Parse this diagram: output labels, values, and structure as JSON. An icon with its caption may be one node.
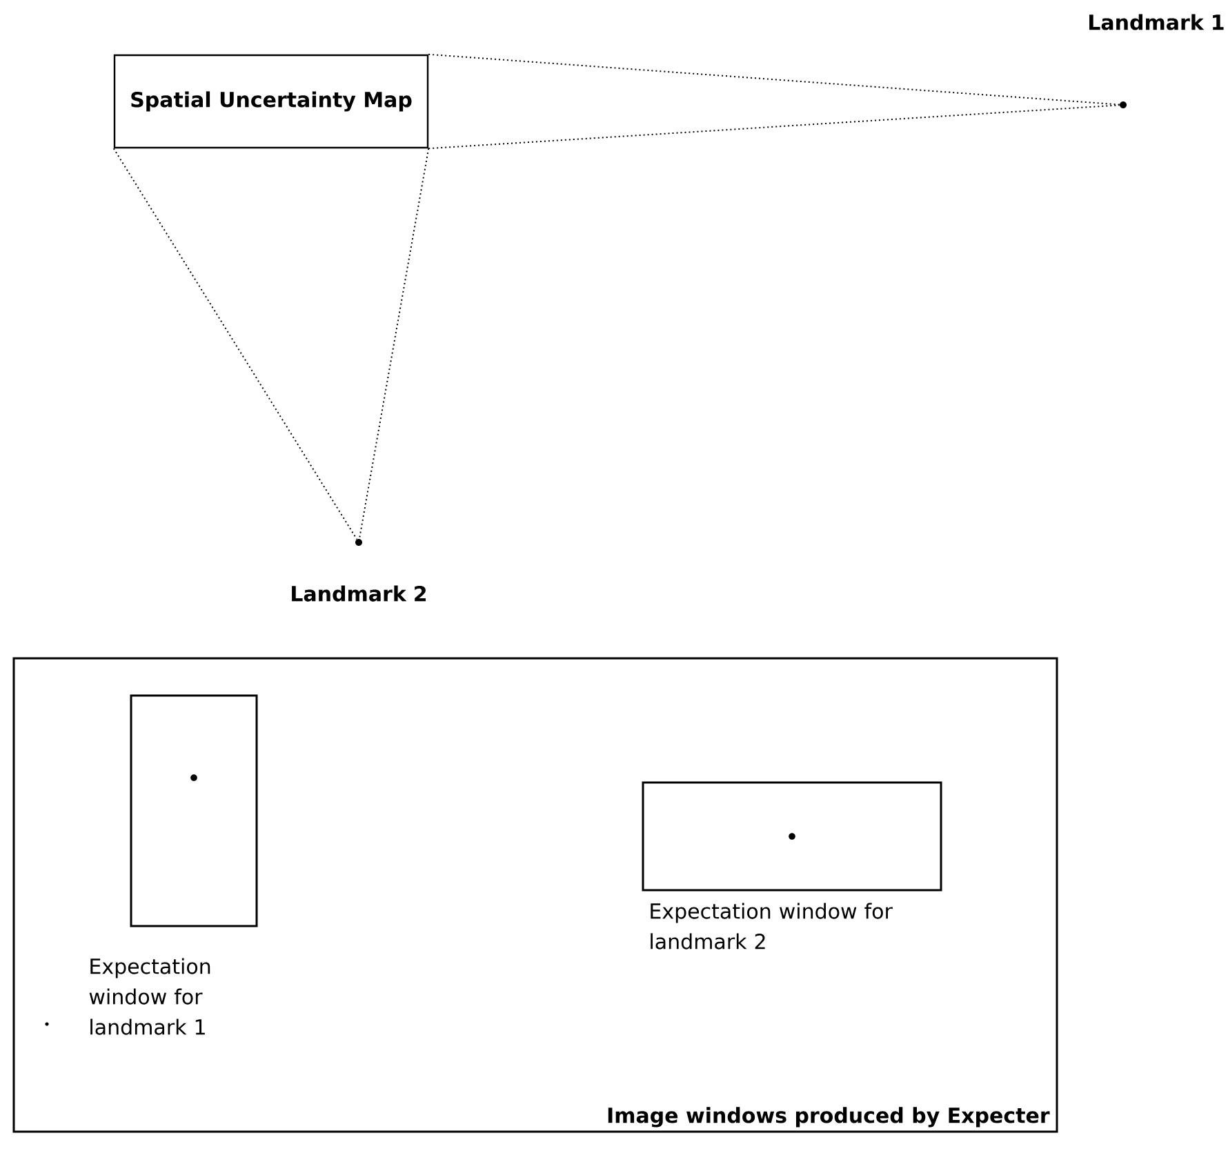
{
  "diagram": {
    "nodes": [
      {
        "text": [
          "Spatial Uncertainty Map"
        ]
      },
      {
        "text": [],
        "shape": "circle",
        "beside": [
          "Landmark 1"
        ]
      },
      {
        "text": [],
        "shape": "circle",
        "beside": [
          "Landmark 2"
        ]
      },
      {
        "text": [
          "Image windows produced by Expecter"
        ]
      },
      {
        "text": [],
        "shape": "box",
        "in": 3,
        "beside": [
          "Expectation window for landmark 1"
        ]
      },
      {
        "text": [],
        "shape": "box",
        "in": 3,
        "beside": [
          "Expectation window for landmark 2"
        ]
      }
    ],
    "edges": [
      {
        "from": 0,
        "to": 1,
        "arrow": "none"
      },
      {
        "from": 0,
        "to": 1,
        "arrow": "none"
      },
      {
        "from": 0,
        "to": 2,
        "arrow": "none"
      },
      {
        "from": 0,
        "to": 2,
        "arrow": "none"
      }
    ]
  }
}
